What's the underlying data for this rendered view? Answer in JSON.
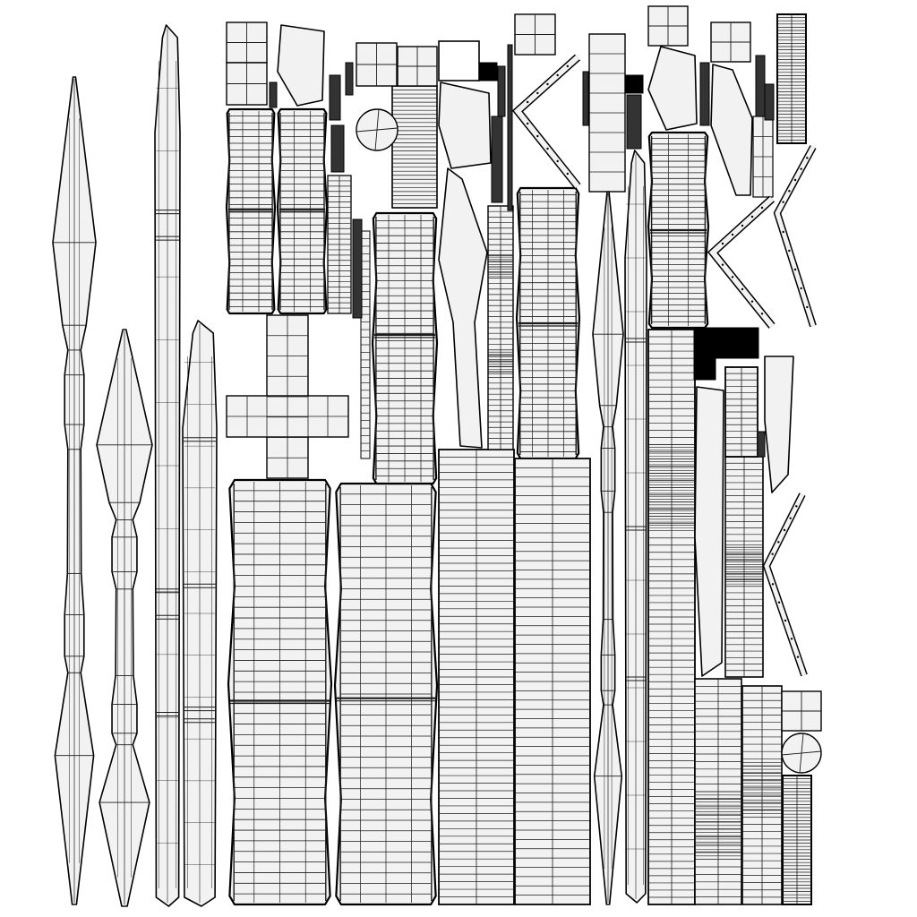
{
  "title": "",
  "colors": {
    "background": "#ffffff",
    "island_fill": "#f2f2f2",
    "outline": "#000000",
    "edge": "#1a1a1a",
    "solid_fill": "#000000"
  },
  "islands": [
    {
      "kind": "spindle",
      "count": 1
    },
    {
      "kind": "spindle",
      "count": 1
    },
    {
      "kind": "long-strip",
      "count": 3
    },
    {
      "kind": "cross-unfold",
      "count": 1
    },
    {
      "kind": "bent-tube",
      "count": 7
    },
    {
      "kind": "grid-block",
      "count": 4
    },
    {
      "kind": "square-patch",
      "count": 6
    },
    {
      "kind": "disc-patch",
      "count": 2
    },
    {
      "kind": "solid-patch",
      "count": 4
    },
    {
      "kind": "v-strip",
      "count": 3
    },
    {
      "kind": "blade",
      "count": 3
    }
  ]
}
